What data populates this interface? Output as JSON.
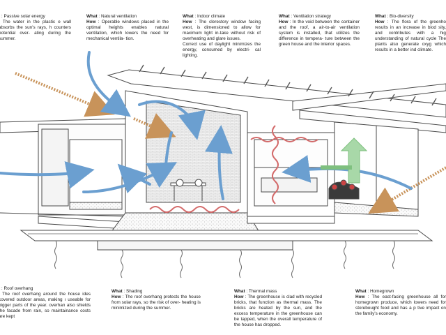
{
  "annotations": {
    "solar": {
      "what_prefix": "t",
      "what": "Passive solar energy",
      "how_prefix": "",
      "how": "The water in the plastic e wall absorbs the sun's rays, h counters potential over- ating during the summer."
    },
    "ventilation": {
      "what_prefix": "What",
      "what": "Natural ventilation",
      "how_prefix": "How",
      "how": "Operable windows placed in the optimal heights enables natural ventilation, which lowers the need for mechanical ventila- tion."
    },
    "climate": {
      "what_prefix": "What",
      "what": "Indoor climate",
      "how_prefix": "How",
      "how": "The clerestory window facing west, is dimensioned to allow for maximum light in-take without risk of overheating and glare issues.",
      "extra": "Correct use of daylight minimizes the energy, consumed by electri- cal lighting."
    },
    "strategy": {
      "what_prefix": "What",
      "what": "Ventilation strategy",
      "how_prefix": "How",
      "how": "In the void between the container and the roof, a air-to-air ventilation system is installed, that utilizes the difference in tempera- ture between the green house and the interior spaces."
    },
    "biodiversity": {
      "what_prefix": "What",
      "what": "Bio-diversity",
      "how_prefix": "How",
      "how": "The flora of the greenho results in an increase in biod sity, and contributes with a hig understanding of natural cycle The plants also generate oxyg which results in a better ind climate."
    },
    "overhang": {
      "what_prefix": "t",
      "what": "Roof overhang",
      "how_prefix": "",
      "how": "The roof overhang around the house ides covered outdoor areas, making ı useable for bigger parts of the year. overhan also shields the facade from rain, so maintainance costs are kept"
    },
    "shading": {
      "what_prefix": "What",
      "what": "Shading",
      "how_prefix": "How",
      "how": "The roof overhang protects the house from solar rays, so the risk of over- heating is minimized during the summer."
    },
    "thermal": {
      "what_prefix": "What",
      "what": "Thermal mass",
      "how_prefix": "How",
      "how": "The greenhouse is clad with recycled bricks, that function as thermal mass. The bricks are heated by the sun, and the excess temperature in the greenhouse can be tapped, when the overall temperature of the house has dropped."
    },
    "homegrown": {
      "what_prefix": "What",
      "what": "Homegrown",
      "how_prefix": "How",
      "how": "The east-facing greenhouse all for homegrown produce, which lowers need for storebought food and has a p tive impact on the family's economy."
    }
  },
  "colors": {
    "air_flow": "#6b9fd0",
    "solar_ray": "#c8935a",
    "heat": "#d36a6a",
    "green_air": "#7fc07f",
    "line": "#4a4a4a"
  }
}
